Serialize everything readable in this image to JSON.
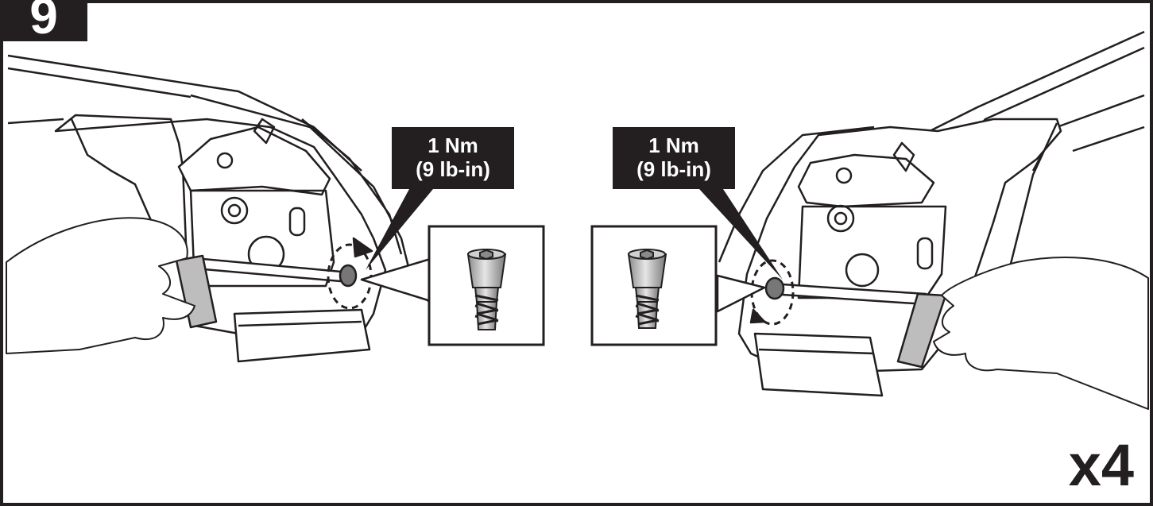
{
  "step": {
    "number": "9"
  },
  "torque_left": {
    "line1": "1 Nm",
    "line2": "(9 lb-in)"
  },
  "torque_right": {
    "line1": "1 Nm",
    "line2": "(9 lb-in)"
  },
  "quantity": {
    "label": "x4"
  },
  "icons": {
    "left_scene": "hand-with-hex-key-tightening-bolt-on-roof-rack-foot",
    "right_scene": "hand-with-hex-key-tightening-bolt-on-roof-rack-foot",
    "detail_bolt": "socket-head-cap-screw",
    "rotation": "clockwise-rotation-arrow"
  },
  "colors": {
    "ink": "#231f20",
    "background": "#ffffff",
    "bolt_fill": "#b3b3b3"
  }
}
